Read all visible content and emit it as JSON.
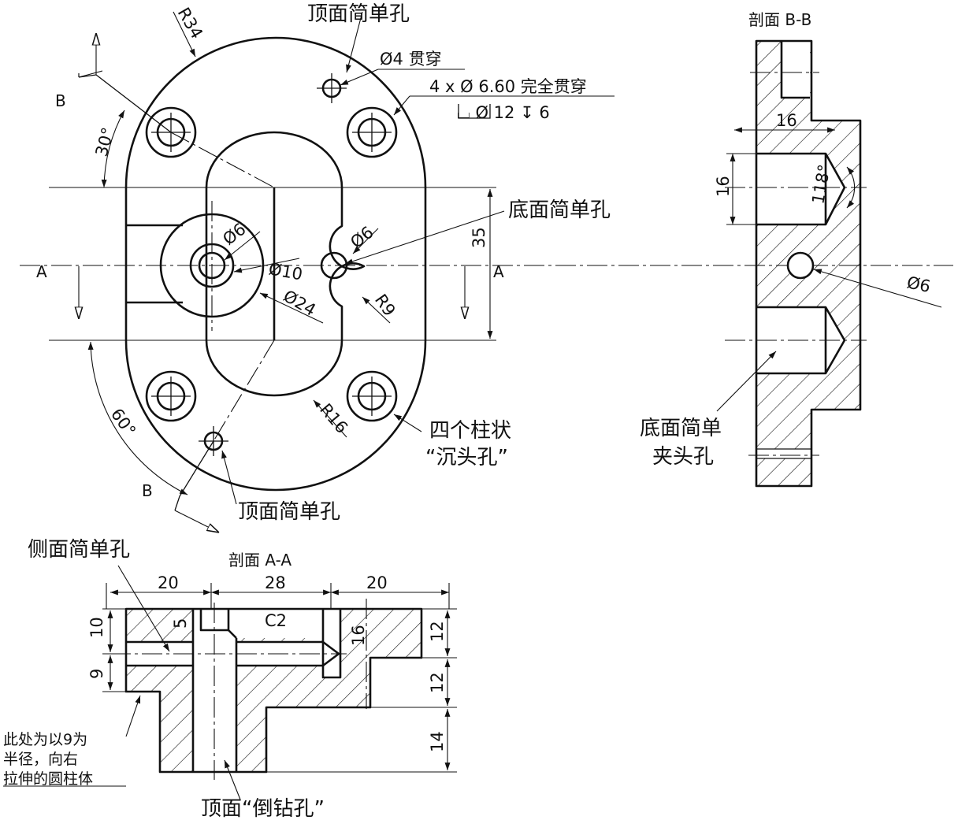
{
  "callouts": {
    "top_simple_hole_top": "顶面简单孔",
    "top_simple_hole_bottom": "顶面简单孔",
    "bottom_simple_hole": "底面简单孔",
    "four_counterbore_l1": "四个柱状",
    "four_counterbore_l2": "“沉头孔”",
    "bottom_clamp_l1": "底面简单",
    "bottom_clamp_l2": "夹头孔",
    "side_simple_hole": "侧面简单孔",
    "top_counterdrill": "顶面“倒钻孔”",
    "note_l1": "此处为以9为",
    "note_l2": "半径，向右",
    "note_l3": "拉伸的圆柱体"
  },
  "hole_specs": {
    "thru4": "Ø4 贯穿",
    "four_holes": "4 x Ø 6.60 完全贯穿",
    "counterbore": "⌴ Ø 12 ↧ 6"
  },
  "section_titles": {
    "bb": "剖面 B-B",
    "aa": "剖面 A-A"
  },
  "section_letters": {
    "a_left": "A",
    "a_right": "A",
    "b_top": "B",
    "b_bottom": "B"
  },
  "dims_top_view": {
    "r34": "R34",
    "ang30": "30°",
    "ang60": "60°",
    "d35": "35",
    "phi6_left": "Ø6",
    "phi10": "Ø10",
    "phi24": "Ø24",
    "phi6_right": "Ø6",
    "r9": "R9",
    "r16": "R16"
  },
  "dims_section_bb": {
    "d16_top": "16",
    "d16_left": "16",
    "ang118": "118°",
    "phi6": "Ø6"
  },
  "dims_section_aa": {
    "d20_left": "20",
    "d28": "28",
    "d20_right": "20",
    "d10": "10",
    "d9": "9",
    "d5": "5",
    "c2": "C2",
    "d16": "16",
    "d12_top": "12",
    "d12_bottom": "12",
    "d14": "14"
  }
}
